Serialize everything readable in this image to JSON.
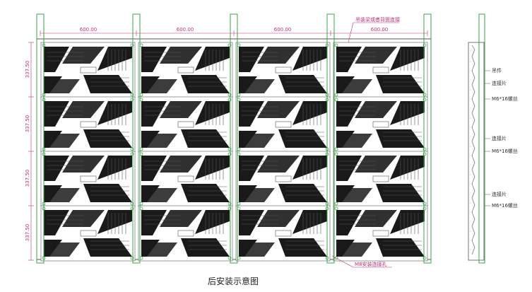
{
  "diagram": {
    "caption": "后安装示意图",
    "column_width_labels": [
      "600.00",
      "600.00",
      "600.00",
      "600.00"
    ],
    "row_height_labels": [
      "337.50",
      "337.50",
      "337.50",
      "337.50"
    ],
    "callout_top": "吊装梁或者背面连接",
    "callout_bottom": "M8安装连接孔",
    "side_labels": [
      "吊件",
      "连接片",
      "M6*16螺丝",
      "连接片",
      "M6*16螺丝",
      "连接片",
      "M6*16螺丝"
    ],
    "colors": {
      "frame_green": "#3aa64a",
      "module_black": "#1a1a1a",
      "dimension_magenta": "#c0307a",
      "outline": "#555555"
    }
  }
}
